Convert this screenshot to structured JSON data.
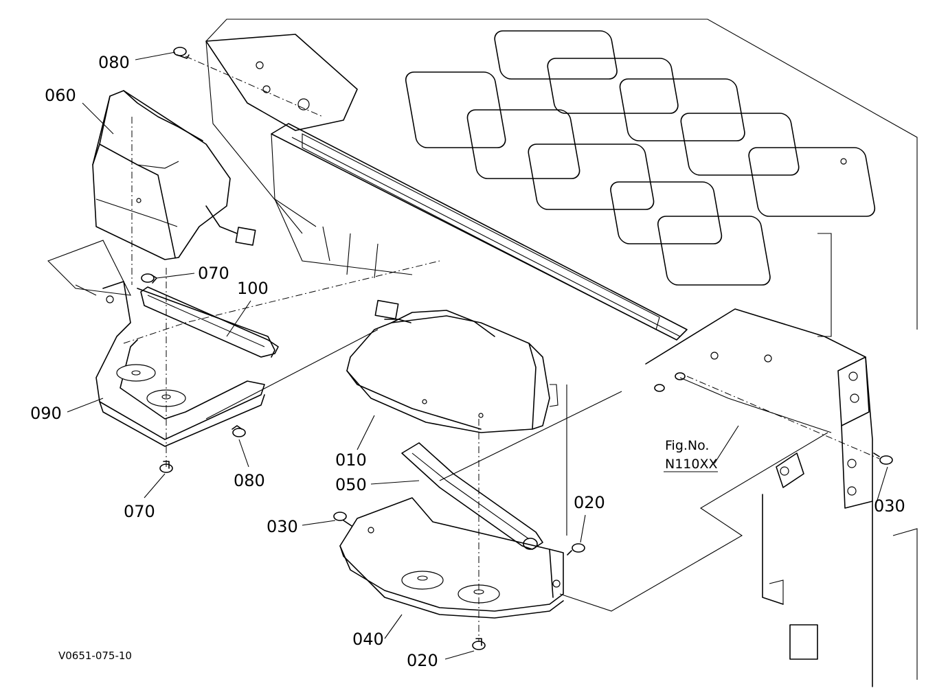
{
  "labels": {
    "p010": "010",
    "p020_a": "020",
    "p020_b": "020",
    "p030_a": "030",
    "p030_b": "030",
    "p040": "040",
    "p050": "050",
    "p060": "060",
    "p070_a": "070",
    "p070_b": "070",
    "p080_a": "080",
    "p080_b": "080",
    "p090": "090",
    "p100": "100"
  },
  "figure_ref": {
    "line1": "Fig.No.",
    "line2": "N110XX"
  },
  "drawing_code": "V0651-075-10"
}
